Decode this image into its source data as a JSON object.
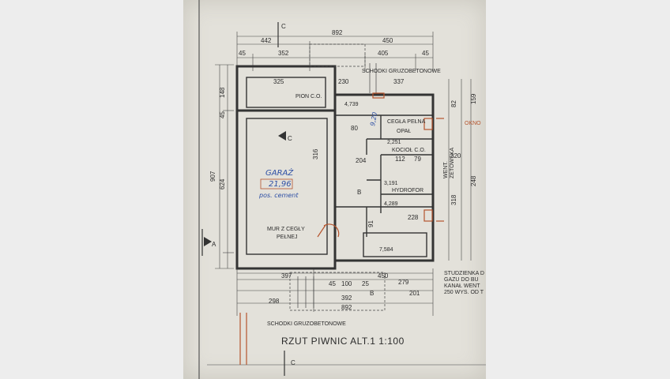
{
  "drawing": {
    "title": "RZUT PIWNIC ALT.1 1:100",
    "section_c": "C",
    "section_a": "A",
    "section_b": "B"
  },
  "rooms": {
    "garage_name": "GARAŻ",
    "garage_area": "21,96",
    "garage_floor": "pos. cement",
    "pion": "PION C.O.",
    "cegla": "CEGŁA PEŁNA",
    "opal": "OPAŁ",
    "kociol": "KOCIOŁ C.O.",
    "hydrofor": "HYDROFOR",
    "mur1": "MUR Z CEGŁY",
    "mur2": "PEŁNEJ",
    "area1": "4,739",
    "area2": "2,251",
    "area3": "3,191",
    "area4": "4,289",
    "area5": "7,584",
    "blue_note": "9,20"
  },
  "notes": {
    "stairs_top": "SCHODKI GRUZOBETONOWE",
    "stairs_bottom": "SCHODKI GRUZOBETONOWE",
    "studzienka1": "STUDZIENKA D",
    "studzienka2": "GAZU DO BU",
    "studzienka3": "KANAŁ WENT",
    "studzienka4": "250 WYS. OD T",
    "wentylacja1": "WENT.",
    "wentylacja2": "ZETOWSKA",
    "okno": "OKNO"
  },
  "dims": {
    "top_892": "892",
    "top_442": "442",
    "top_450": "450",
    "top_45a": "45",
    "top_352": "352",
    "top_405": "405",
    "top_45b": "45",
    "top_325": "325",
    "top_230": "230",
    "top_337": "337",
    "left_907": "907",
    "left_624": "624",
    "left_148": "148",
    "left_45": "45",
    "mid_316": "316",
    "mid_80": "80",
    "mid_204": "204",
    "mid_112": "112",
    "mid_79": "79",
    "mid_91": "91",
    "mid_228": "228",
    "bot_450": "450",
    "bot_397": "397",
    "bot_392": "392",
    "bot_279": "279",
    "bot_298": "298",
    "bot_201": "201",
    "bot_892": "892",
    "bot_100": "100",
    "bot_25": "25",
    "bot_45": "45",
    "right_82": "82",
    "right_159": "159",
    "right_320": "320",
    "right_248": "248",
    "right_318": "318"
  }
}
